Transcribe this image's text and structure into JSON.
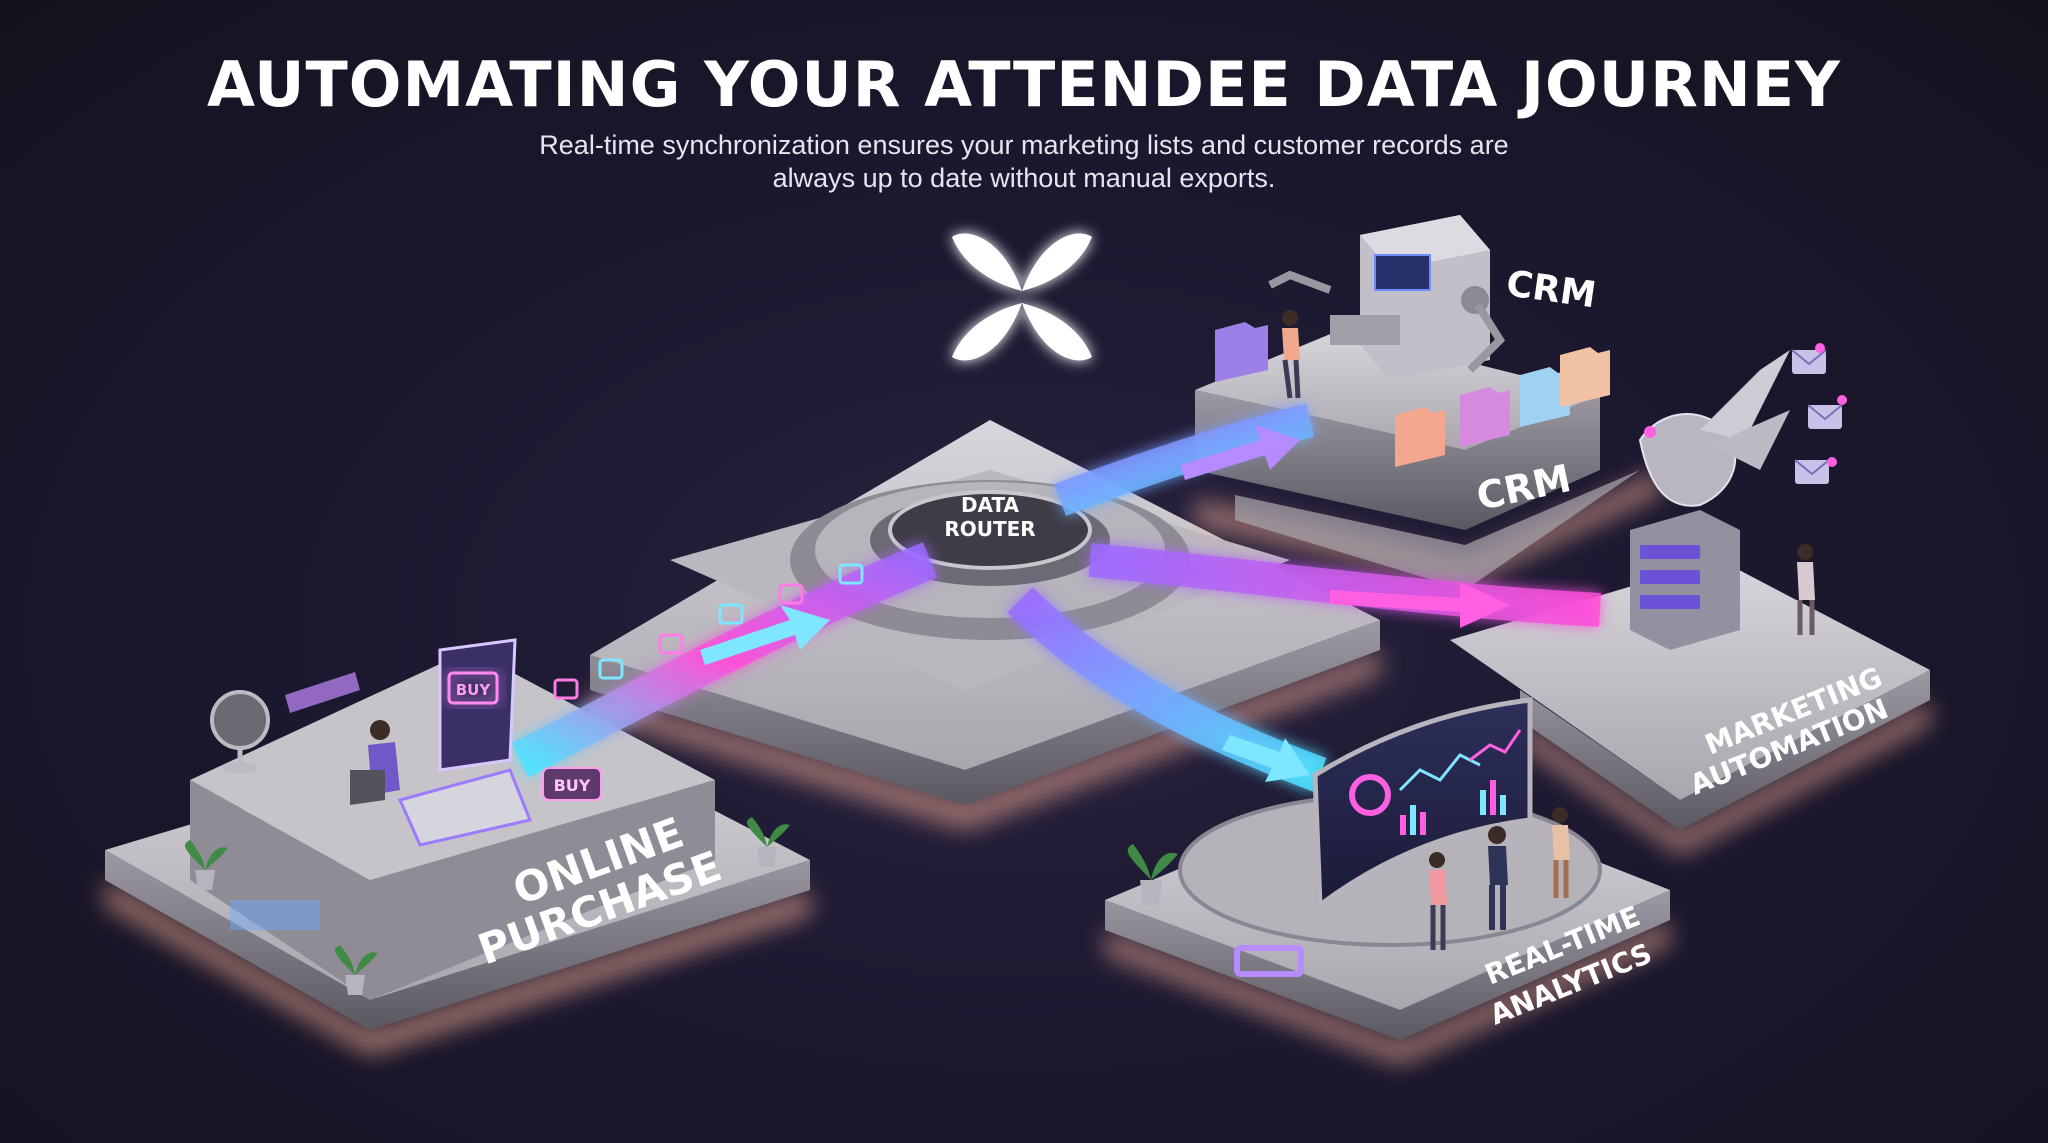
{
  "header": {
    "title": "AUTOMATING YOUR ATTENDEE DATA JOURNEY",
    "subtitle_line1": "Real-time synchronization ensures your marketing lists and customer records are",
    "subtitle_line2": "always up to date without manual exports."
  },
  "hub": {
    "label_line1": "DATA",
    "label_line2": "ROUTER"
  },
  "nodes": {
    "online_purchase": {
      "label_line1": "ONLINE",
      "label_line2": "PURCHASE",
      "screen_button": "BUY",
      "tag": "BUY"
    },
    "crm": {
      "sign": "CRM",
      "label": "CRM"
    },
    "marketing_automation": {
      "label_line1": "MARKETING",
      "label_line2": "AUTOMATION"
    },
    "real_time_analytics": {
      "label_line1": "REAL-TIME",
      "label_line2": "ANALYTICS"
    }
  },
  "colors": {
    "background": "#1c1830",
    "platform": "#c9c7cc",
    "platform_side": "#8d8a93",
    "edge_glow": "#ffb59a",
    "stream_pink": "#ff4fd8",
    "stream_purple": "#9b6bff",
    "stream_cyan": "#4fe3ff"
  },
  "icons": [
    "star-logo-icon",
    "envelope-icon",
    "folder-icon",
    "monitor-icon",
    "fan-icon",
    "plant-icon",
    "robot-bird-icon",
    "server-icon"
  ]
}
